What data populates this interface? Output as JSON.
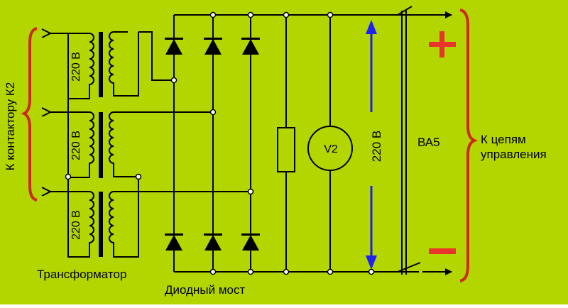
{
  "colors": {
    "background": "#B3D600",
    "wire": "#000000",
    "plus": "#E8342A",
    "minus": "#E8342A",
    "brace": "#CC2A1E",
    "arrow_blue": "#1E22F0",
    "node_fill": "#FFFFFF"
  },
  "labels": {
    "left_brace": "К контактору К2",
    "transformer": "Трансформатор",
    "diode_bridge": "Диодный мост",
    "winding_voltage": "220 В",
    "output_voltage": "220 В",
    "voltmeter": "V2",
    "breaker": "ВА5",
    "right_brace_line1": "К цепям",
    "right_brace_line2": "управления",
    "plus": "+",
    "minus": "−"
  }
}
